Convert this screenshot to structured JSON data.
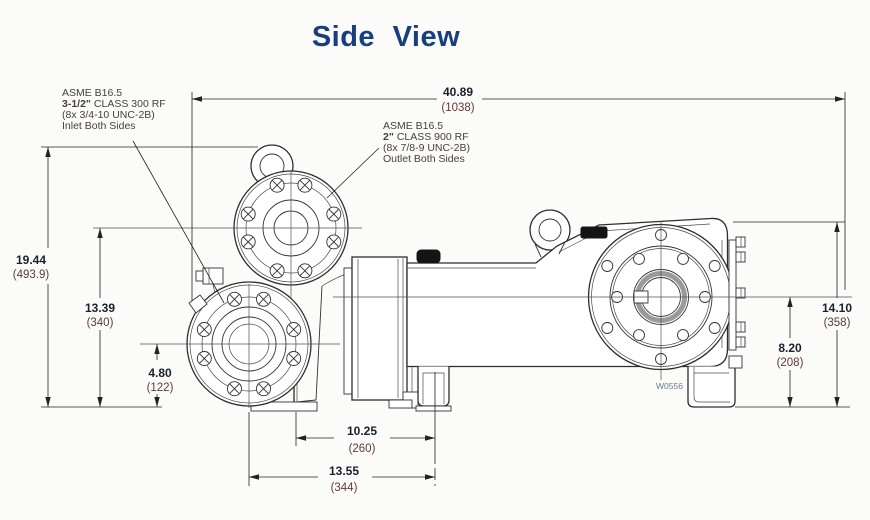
{
  "title": "Side View",
  "watermark": "W0556",
  "notes": {
    "inlet": {
      "line1": "ASME B16.5",
      "size": "3-1/2\"",
      "spec": "CLASS 300 RF",
      "bolts": "(8x 3/4-10 UNC-2B)",
      "line4": "Inlet Both Sides"
    },
    "outlet": {
      "line1": "ASME B16.5",
      "size": "2\"",
      "spec": "CLASS 900 RF",
      "bolts": "(8x 7/8-9 UNC-2B)",
      "line4": "Outlet Both Sides"
    }
  },
  "dims": {
    "overall_length": {
      "value": "40.89",
      "metric": "(1038)"
    },
    "overall_height": {
      "value": "19.44",
      "metric": "(493.9)"
    },
    "outlet_height": {
      "value": "13.39",
      "metric": "(340)"
    },
    "inlet_height": {
      "value": "4.80",
      "metric": "(122)"
    },
    "body_height": {
      "value": "14.10",
      "metric": "(358)"
    },
    "centerline_height": {
      "value": "8.20",
      "metric": "(208)"
    },
    "foot_offset": {
      "value": "10.25",
      "metric": "(260)"
    },
    "foot_length": {
      "value": "13.55",
      "metric": "(344)"
    }
  },
  "colors": {
    "title": "#173f7f",
    "line": "#2d2d2d",
    "dim_value": "#1e1e2e",
    "dim_metric": "#5e3a36",
    "note_text": "#474039",
    "watermark": "#6a7a88",
    "background": "#fbfbf9"
  }
}
